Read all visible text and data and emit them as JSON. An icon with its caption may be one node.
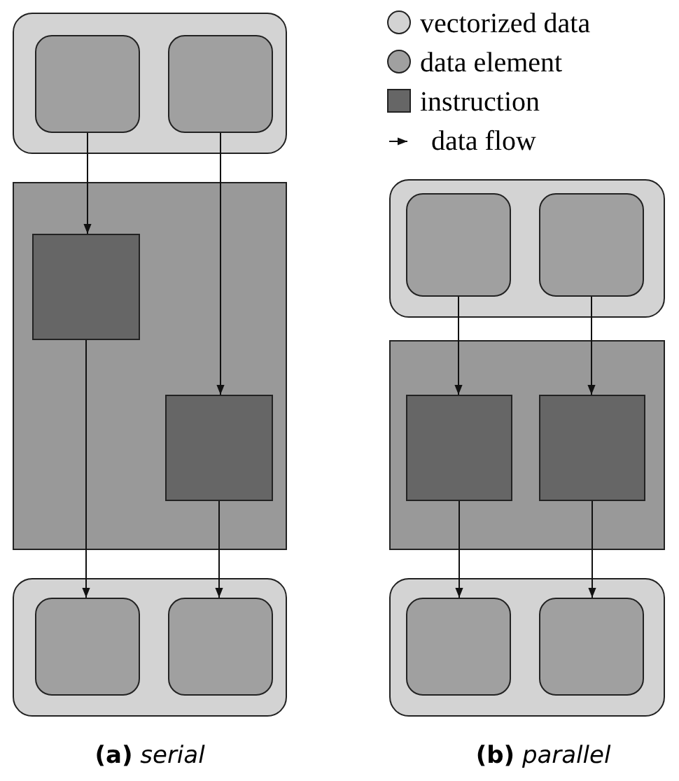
{
  "diagram": {
    "nodes": [
      {
        "text": [],
        "shape": "box"
      },
      {
        "text": [],
        "shape": "box",
        "in": 0
      },
      {
        "text": [],
        "shape": "box",
        "in": 0
      },
      {
        "text": [],
        "shape": "box"
      },
      {
        "text": [],
        "shape": "box",
        "in": 3
      },
      {
        "text": [],
        "shape": "box",
        "in": 3
      },
      {
        "text": [],
        "shape": "box"
      },
      {
        "text": [],
        "shape": "box",
        "in": 6
      },
      {
        "text": [],
        "shape": "box",
        "in": 6
      },
      {
        "text": [],
        "shape": "box"
      },
      {
        "text": [],
        "shape": "box",
        "in": 9
      },
      {
        "text": [],
        "shape": "box",
        "in": 9
      },
      {
        "text": [],
        "shape": "box"
      },
      {
        "text": [],
        "shape": "box",
        "in": 12
      },
      {
        "text": [],
        "shape": "box",
        "in": 12
      },
      {
        "text": [],
        "shape": "box"
      },
      {
        "text": [],
        "shape": "box",
        "in": 15
      },
      {
        "text": [],
        "shape": "box",
        "in": 15
      }
    ],
    "edges": [
      {
        "from": 1,
        "to": 4,
        "arrow": "to"
      },
      {
        "from": 4,
        "to": 7,
        "arrow": "to"
      },
      {
        "from": 2,
        "to": 5,
        "arrow": "to"
      },
      {
        "from": 5,
        "to": 8,
        "arrow": "to"
      },
      {
        "from": 10,
        "to": 13,
        "arrow": "to"
      },
      {
        "from": 13,
        "to": 16,
        "arrow": "to"
      },
      {
        "from": 11,
        "to": 14,
        "arrow": "to"
      },
      {
        "from": 14,
        "to": 17,
        "arrow": "to"
      }
    ],
    "labels": [
      "**(a)** *serial*",
      "**(b)** *parallel*"
    ],
    "legend": [
      {
        "text": "vectorized data",
        "color": "#d3d3d3"
      },
      {
        "text": "data element",
        "color": "#a0a0a0"
      },
      {
        "text": "instruction",
        "color": "#666666"
      },
      {
        "text": "data flow"
      }
    ]
  }
}
